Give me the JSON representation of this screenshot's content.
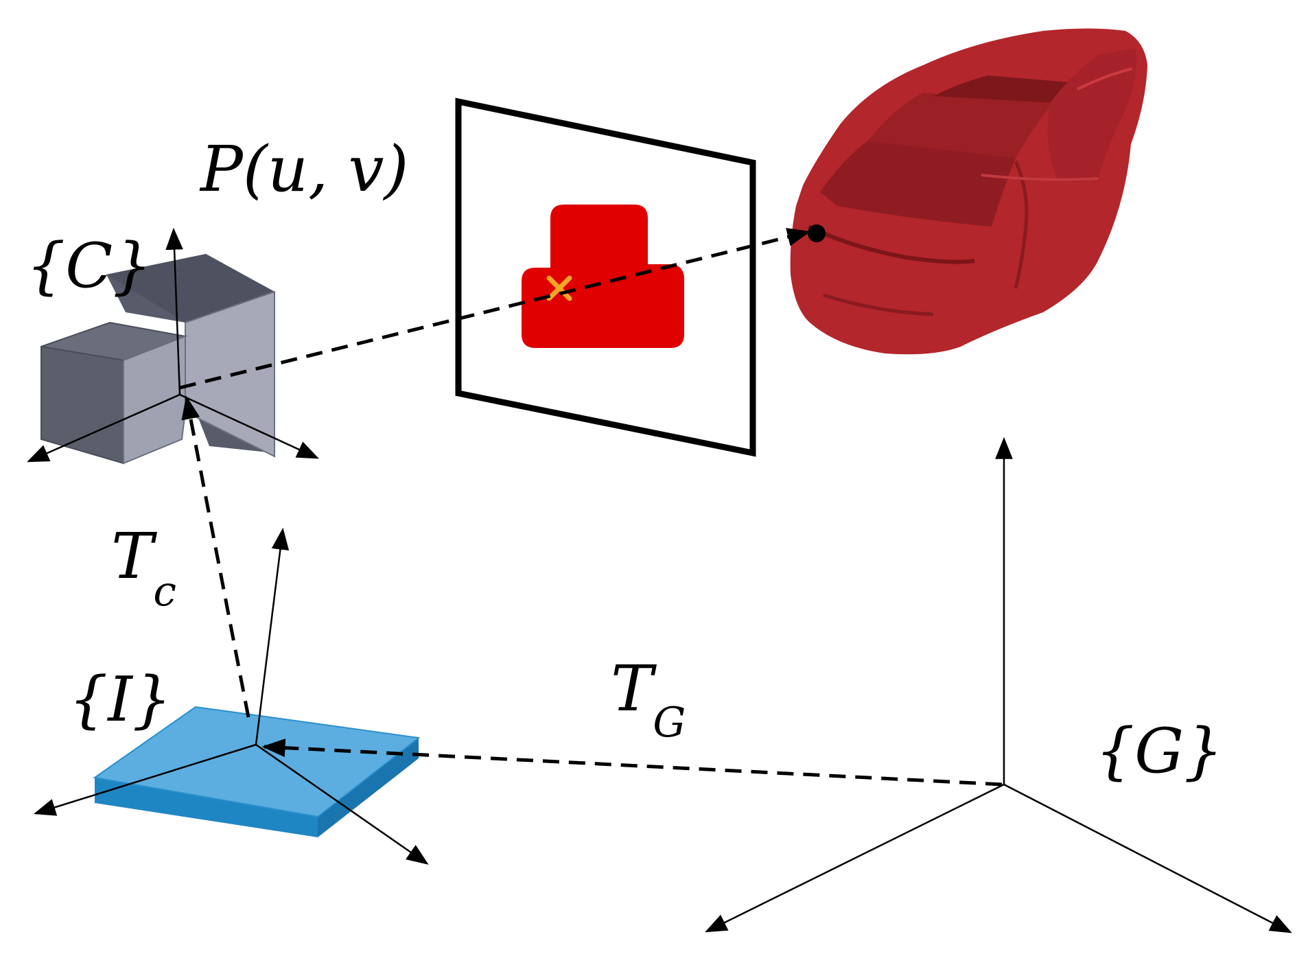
{
  "labels": {
    "projection_point": "P(u, v)",
    "camera_frame": "{C}",
    "imu_frame": "{I}",
    "global_frame": "{G}",
    "camera_transform_main": "T",
    "camera_transform_sub": "c",
    "global_transform_main": "T",
    "global_transform_sub": "G"
  },
  "colors": {
    "camera_dark": "#5a5e6b",
    "camera_light": "#a7a9b8",
    "imu_board": "#5aaee0",
    "imu_edge": "#1f86c4",
    "image_object": "#e00000",
    "projected_point_marker": "#f5a623",
    "car_body": "#b3262b"
  }
}
